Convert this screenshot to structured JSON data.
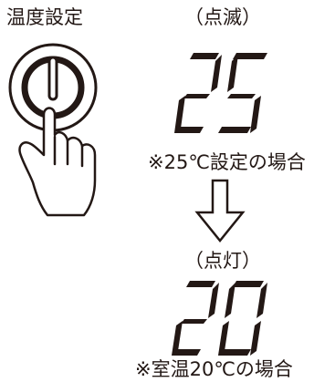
{
  "knob": {
    "label": "温度設定"
  },
  "top_display": {
    "status": "（点滅）",
    "value": "25",
    "note": "※25℃設定の場合"
  },
  "bottom_display": {
    "status": "（点灯）",
    "value": "20",
    "note": "※室温20℃の場合"
  },
  "colors": {
    "ink": "#231815",
    "knob_indicator": "#231815",
    "background": "#ffffff"
  },
  "icons": {
    "knob": "rotary-knob-icon",
    "hand": "pointing-hand-icon",
    "arrow": "down-arrow-icon"
  }
}
